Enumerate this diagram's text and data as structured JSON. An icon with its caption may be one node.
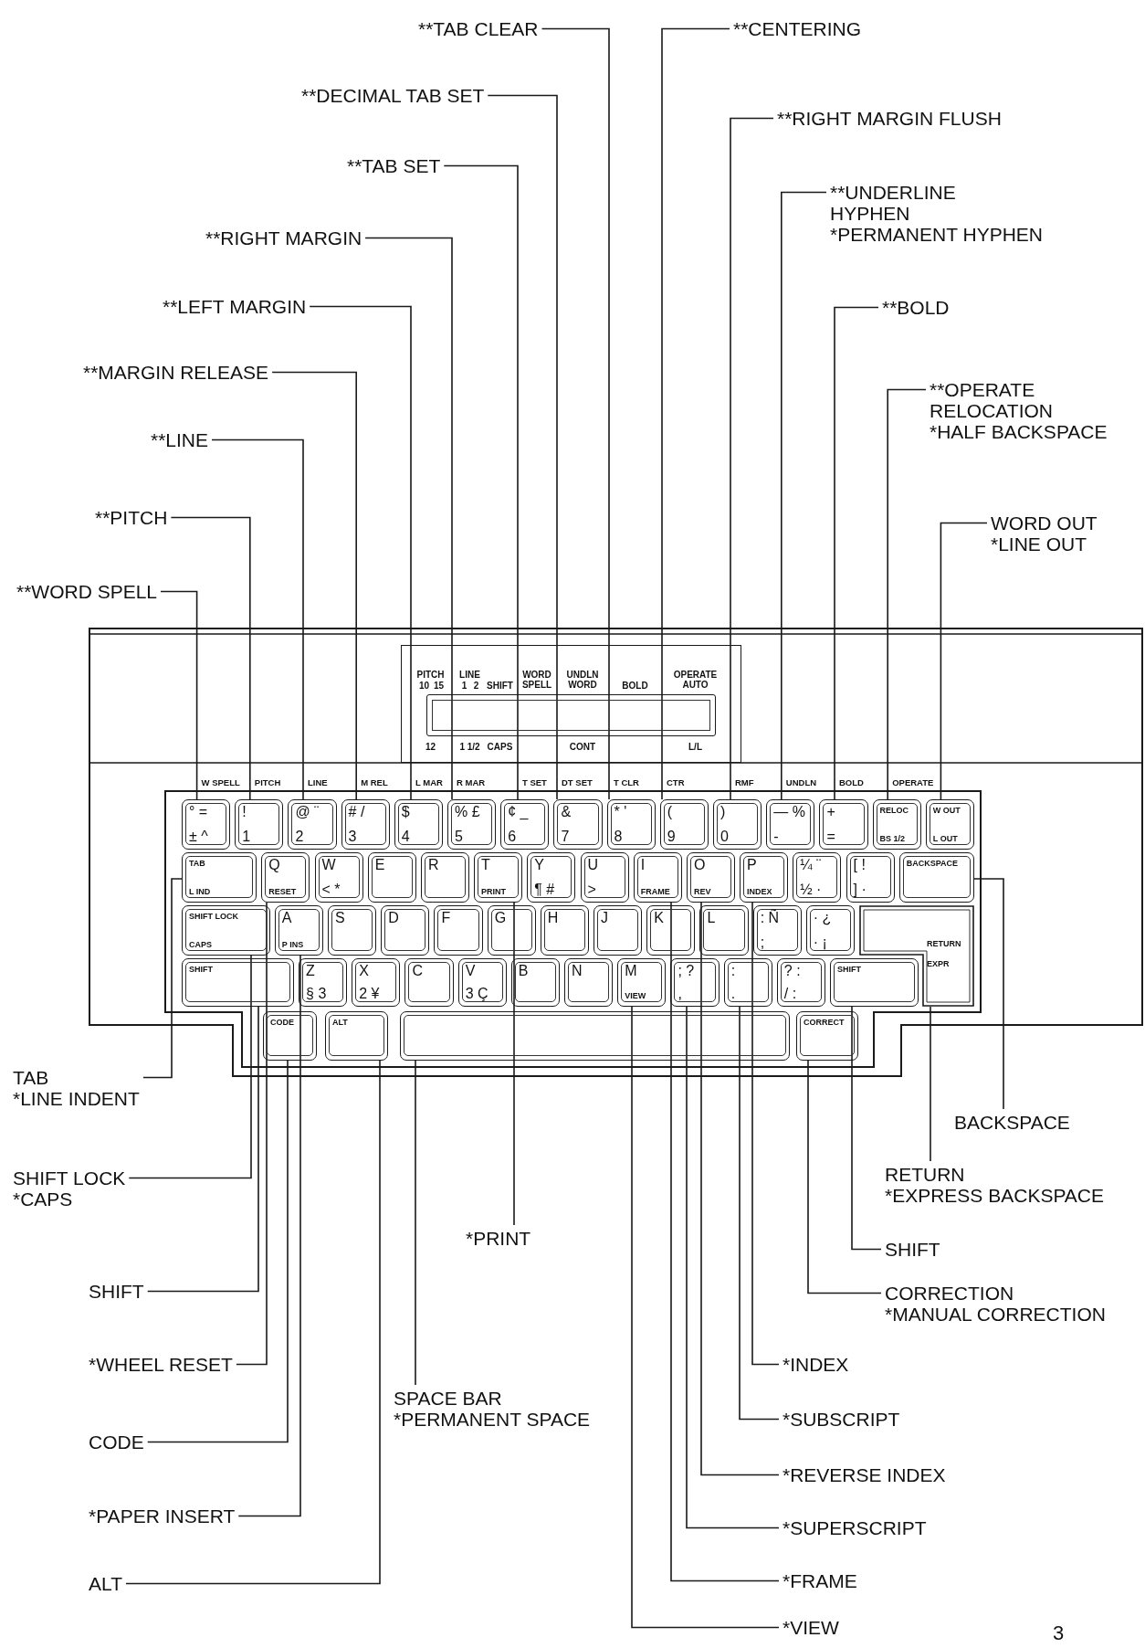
{
  "diagram": {
    "nodes": [
      {
        "text": [
          "**TAB CLEAR"
        ]
      },
      {
        "text": [
          "**CENTERING"
        ]
      },
      {
        "text": [
          "**DECIMAL TAB SET"
        ]
      },
      {
        "text": [
          "**RIGHT MARGIN FLUSH"
        ]
      },
      {
        "text": [
          "**TAB SET"
        ]
      },
      {
        "text": [
          "**UNDERLINE HYPHEN",
          "*PERMANENT HYPHEN"
        ]
      },
      {
        "text": [
          "**RIGHT MARGIN"
        ]
      },
      {
        "text": [
          "**LEFT MARGIN"
        ]
      },
      {
        "text": [
          "**BOLD"
        ]
      },
      {
        "text": [
          "**MARGIN RELEASE"
        ]
      },
      {
        "text": [
          "**OPERATE RELOCATION",
          "*HALF BACKSPACE"
        ]
      },
      {
        "text": [
          "**LINE"
        ]
      },
      {
        "text": [
          "**PITCH"
        ]
      },
      {
        "text": [
          "WORD OUT",
          "*LINE OUT"
        ]
      },
      {
        "text": [
          "**WORD SPELL"
        ]
      },
      {
        "text": [
          "PITCH",
          "10",
          "15",
          "LINE",
          "1",
          "2",
          "SHIFT",
          "WORD SPELL",
          "UNDLN WORD",
          "BOLD",
          "OPERATE AUTO",
          "12",
          "1 1/2",
          "CAPS",
          "CONT",
          "L/L"
        ]
      },
      {
        "text": [
          "° =",
          "± ^"
        ]
      },
      {
        "text": [
          "!",
          "1"
        ]
      },
      {
        "text": [
          "@ ¨",
          "2"
        ]
      },
      {
        "text": [
          "# /",
          "3"
        ]
      },
      {
        "text": [
          "$",
          "4"
        ]
      },
      {
        "text": [
          "% £",
          "5"
        ]
      },
      {
        "text": [
          "¢ _",
          "6"
        ]
      },
      {
        "text": [
          "&",
          "7"
        ]
      },
      {
        "text": [
          "* '",
          "8"
        ]
      },
      {
        "text": [
          "(",
          "9"
        ]
      },
      {
        "text": [
          ")",
          "0"
        ]
      },
      {
        "text": [
          "— %",
          "-"
        ]
      },
      {
        "text": [
          "+",
          "="
        ]
      },
      {
        "text": [
          "RELOC",
          "BS 1/2"
        ]
      },
      {
        "text": [
          "W OUT",
          "L OUT"
        ]
      },
      {
        "text": [
          "TAB",
          "L IND"
        ]
      },
      {
        "text": [
          "Q",
          "RESET"
        ]
      },
      {
        "text": [
          "W",
          "< *"
        ]
      },
      {
        "text": [
          "E"
        ]
      },
      {
        "text": [
          "R"
        ]
      },
      {
        "text": [
          "T",
          "PRINT"
        ]
      },
      {
        "text": [
          "Y",
          "¶ #"
        ]
      },
      {
        "text": [
          "U",
          ">"
        ]
      },
      {
        "text": [
          "I",
          "FRAME"
        ]
      },
      {
        "text": [
          "O",
          "REV"
        ]
      },
      {
        "text": [
          "P",
          "INDEX"
        ]
      },
      {
        "text": [
          "¼ ¨",
          "½ ·"
        ]
      },
      {
        "text": [
          "[ !",
          "] ·"
        ]
      },
      {
        "text": [
          "BACKSPACE"
        ]
      },
      {
        "text": [
          "SHIFT LOCK",
          "CAPS"
        ]
      },
      {
        "text": [
          "A",
          "P INS"
        ]
      },
      {
        "text": [
          "S"
        ]
      },
      {
        "text": [
          "D"
        ]
      },
      {
        "text": [
          "F"
        ]
      },
      {
        "text": [
          "G"
        ]
      },
      {
        "text": [
          "H"
        ]
      },
      {
        "text": [
          "J"
        ]
      },
      {
        "text": [
          "K"
        ]
      },
      {
        "text": [
          "L"
        ]
      },
      {
        "text": [
          ": Ñ",
          ";"
        ]
      },
      {
        "text": [
          "· ¿",
          "· ¡"
        ]
      },
      {
        "text": [
          "RETURN",
          "EXPR"
        ]
      },
      {
        "text": [
          "SHIFT"
        ]
      },
      {
        "text": [
          "Z",
          "§ 3"
        ]
      },
      {
        "text": [
          "X",
          "2 ¥"
        ]
      },
      {
        "text": [
          "C"
        ]
      },
      {
        "text": [
          "V",
          "3 Ç"
        ]
      },
      {
        "text": [
          "B"
        ]
      },
      {
        "text": [
          "N"
        ]
      },
      {
        "text": [
          "M",
          "VIEW"
        ]
      },
      {
        "text": [
          "; ?",
          ","
        ]
      },
      {
        "text": [
          ":",
          "."
        ]
      },
      {
        "text": [
          "? :",
          "/ :"
        ]
      },
      {
        "text": [
          "SHIFT"
        ]
      },
      {
        "text": [
          "CODE"
        ]
      },
      {
        "text": [
          "ALT"
        ]
      },
      {
        "text": [],
        "shape": "bar"
      },
      {
        "text": [
          "CORRECT"
        ]
      },
      {
        "text": [
          "TAB",
          "*LINE INDENT"
        ]
      },
      {
        "text": [
          "BACKSPACE"
        ]
      },
      {
        "text": [
          "SHIFT LOCK",
          "*CAPS"
        ]
      },
      {
        "text": [
          "RETURN",
          "*EXPRESS BACKSPACE"
        ]
      },
      {
        "text": [
          "*PRINT"
        ]
      },
      {
        "text": [
          "SHIFT"
        ]
      },
      {
        "text": [
          "SHIFT"
        ]
      },
      {
        "text": [
          "CORRECTION",
          "*MANUAL CORRECTION"
        ]
      },
      {
        "text": [
          "*WHEEL RESET"
        ]
      },
      {
        "text": [
          "*INDEX"
        ]
      },
      {
        "text": [
          "SPACE BAR",
          "*PERMANENT SPACE"
        ]
      },
      {
        "text": [
          "*SUBSCRIPT"
        ]
      },
      {
        "text": [
          "CODE"
        ]
      },
      {
        "text": [
          "*REVERSE INDEX"
        ]
      },
      {
        "text": [
          "*PAPER INSERT"
        ]
      },
      {
        "text": [
          "*SUPERSCRIPT"
        ]
      },
      {
        "text": [
          "ALT"
        ]
      },
      {
        "text": [
          "*FRAME"
        ]
      },
      {
        "text": [
          "*VIEW"
        ]
      }
    ],
    "edges": [
      {
        "from": 0,
        "to": 24,
        "arrow": "none"
      },
      {
        "from": 1,
        "to": 25,
        "arrow": "none"
      },
      {
        "from": 2,
        "to": 23,
        "arrow": "none"
      },
      {
        "from": 3,
        "to": 26,
        "arrow": "none"
      },
      {
        "from": 4,
        "to": 22,
        "arrow": "none"
      },
      {
        "from": 5,
        "to": 27,
        "arrow": "none"
      },
      {
        "from": 6,
        "to": 21,
        "arrow": "none"
      },
      {
        "from": 7,
        "to": 20,
        "arrow": "none"
      },
      {
        "from": 8,
        "to": 28,
        "arrow": "none"
      },
      {
        "from": 9,
        "to": 19,
        "arrow": "none"
      },
      {
        "from": 10,
        "to": 29,
        "arrow": "none"
      },
      {
        "from": 11,
        "to": 18,
        "arrow": "none"
      },
      {
        "from": 12,
        "to": 17,
        "arrow": "none"
      },
      {
        "from": 13,
        "to": 30,
        "arrow": "none"
      },
      {
        "from": 14,
        "to": 16,
        "arrow": "none"
      },
      {
        "from": 74,
        "to": 31,
        "arrow": "none"
      },
      {
        "from": 75,
        "to": 44,
        "arrow": "none"
      },
      {
        "from": 76,
        "to": 45,
        "arrow": "none"
      },
      {
        "from": 77,
        "to": 57,
        "arrow": "none"
      },
      {
        "from": 78,
        "to": 36,
        "arrow": "none"
      },
      {
        "from": 79,
        "to": 69,
        "arrow": "none"
      },
      {
        "from": 80,
        "to": 58,
        "arrow": "none"
      },
      {
        "from": 81,
        "to": 73,
        "arrow": "none"
      },
      {
        "from": 82,
        "to": 32,
        "arrow": "none"
      },
      {
        "from": 83,
        "to": 41,
        "arrow": "none"
      },
      {
        "from": 84,
        "to": 72,
        "arrow": "none"
      },
      {
        "from": 85,
        "to": 67,
        "arrow": "none"
      },
      {
        "from": 86,
        "to": 70,
        "arrow": "none"
      },
      {
        "from": 87,
        "to": 40,
        "arrow": "none"
      },
      {
        "from": 88,
        "to": 46,
        "arrow": "none"
      },
      {
        "from": 89,
        "to": 66,
        "arrow": "none"
      },
      {
        "from": 90,
        "to": 71,
        "arrow": "none"
      },
      {
        "from": 91,
        "to": 39,
        "arrow": "none"
      },
      {
        "from": 92,
        "to": 65,
        "arrow": "none"
      }
    ],
    "labels": [
      "W SPELL",
      "PITCH",
      "LINE",
      "M REL",
      "L MAR",
      "R MAR",
      "T SET",
      "DT SET",
      "T CLR",
      "CTR",
      "RMF",
      "UNDLN",
      "BOLD",
      "OPERATE",
      "3"
    ]
  }
}
